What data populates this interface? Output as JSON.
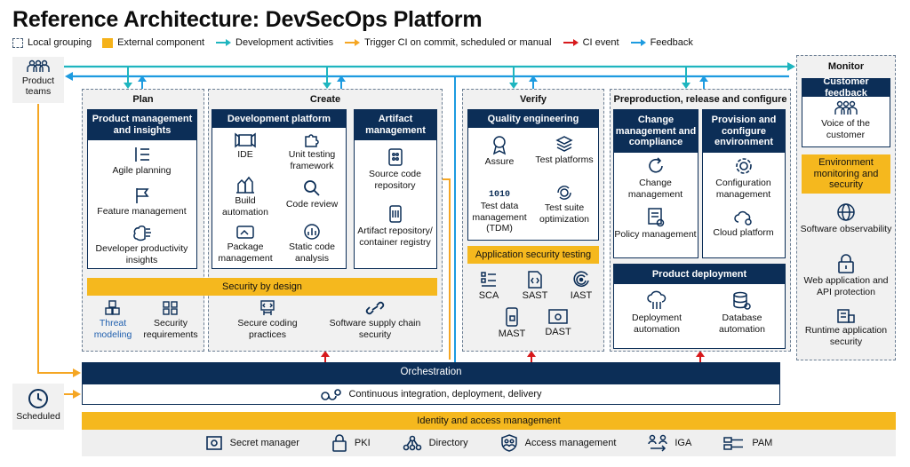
{
  "title": "Reference Architecture: DevSecOps Platform",
  "legend": [
    {
      "label": "Local grouping"
    },
    {
      "label": "External component"
    },
    {
      "label": "Development activities"
    },
    {
      "label": "Trigger CI on commit, scheduled or manual"
    },
    {
      "label": "CI event"
    },
    {
      "label": "Feedback"
    }
  ],
  "colors": {
    "navy": "#0c2e57",
    "gold": "#f5b81e",
    "teal": "#1fb5bf",
    "orange": "#f5a623",
    "red": "#d7191c",
    "blue": "#1d9be0",
    "group_bg": "#f1f1f1"
  },
  "actors": {
    "product_teams": "Product teams",
    "scheduled": "Scheduled"
  },
  "plan": {
    "title": "Plan",
    "header": "Product management and insights",
    "items": [
      "Agile planning",
      "Feature management",
      "Developer productivity insights"
    ]
  },
  "create": {
    "title": "Create",
    "dev_header": "Development platform",
    "dev_items": [
      "IDE",
      "Unit testing framework",
      "Build automation",
      "Code review",
      "Package management",
      "Static code analysis"
    ],
    "artifact_header": "Artifact management",
    "artifact_items": [
      "Source code repository",
      "Artifact repository/ container registry"
    ]
  },
  "security_by_design": {
    "title": "Security by design",
    "items": [
      "Threat modeling",
      "Security requirements",
      "Secure coding practices",
      "Software supply chain security"
    ]
  },
  "verify": {
    "title": "Verify",
    "qe_header": "Quality engineering",
    "qe_items": [
      "Assure",
      "Test platforms",
      "Test data management (TDM)",
      "Test suite optimization"
    ],
    "ast_header": "Application security testing",
    "ast_items": [
      "SCA",
      "SAST",
      "IAST",
      "MAST",
      "DAST"
    ]
  },
  "preprod": {
    "title": "Preproduction, release and configure",
    "change_header": "Change management and compliance",
    "change_items": [
      "Change management",
      "Policy management"
    ],
    "provision_header": "Provision and configure environment",
    "provision_items": [
      "Configuration management",
      "Cloud platform"
    ],
    "deploy_header": "Product deployment",
    "deploy_items": [
      "Deployment automation",
      "Database automation"
    ]
  },
  "monitor": {
    "title": "Monitor",
    "feedback_header": "Customer feedback",
    "feedback_items": [
      "Voice of the customer"
    ],
    "env_header": "Environment monitoring and security",
    "env_items": [
      "Software observability",
      "Web application and API protection",
      "Runtime application security"
    ]
  },
  "orchestration": {
    "title": "Orchestration",
    "ci": "Continuous integration, deployment, delivery"
  },
  "iam": {
    "title": "Identity and access management",
    "items": [
      "Secret manager",
      "PKI",
      "Directory",
      "Access management",
      "IGA",
      "PAM"
    ]
  }
}
